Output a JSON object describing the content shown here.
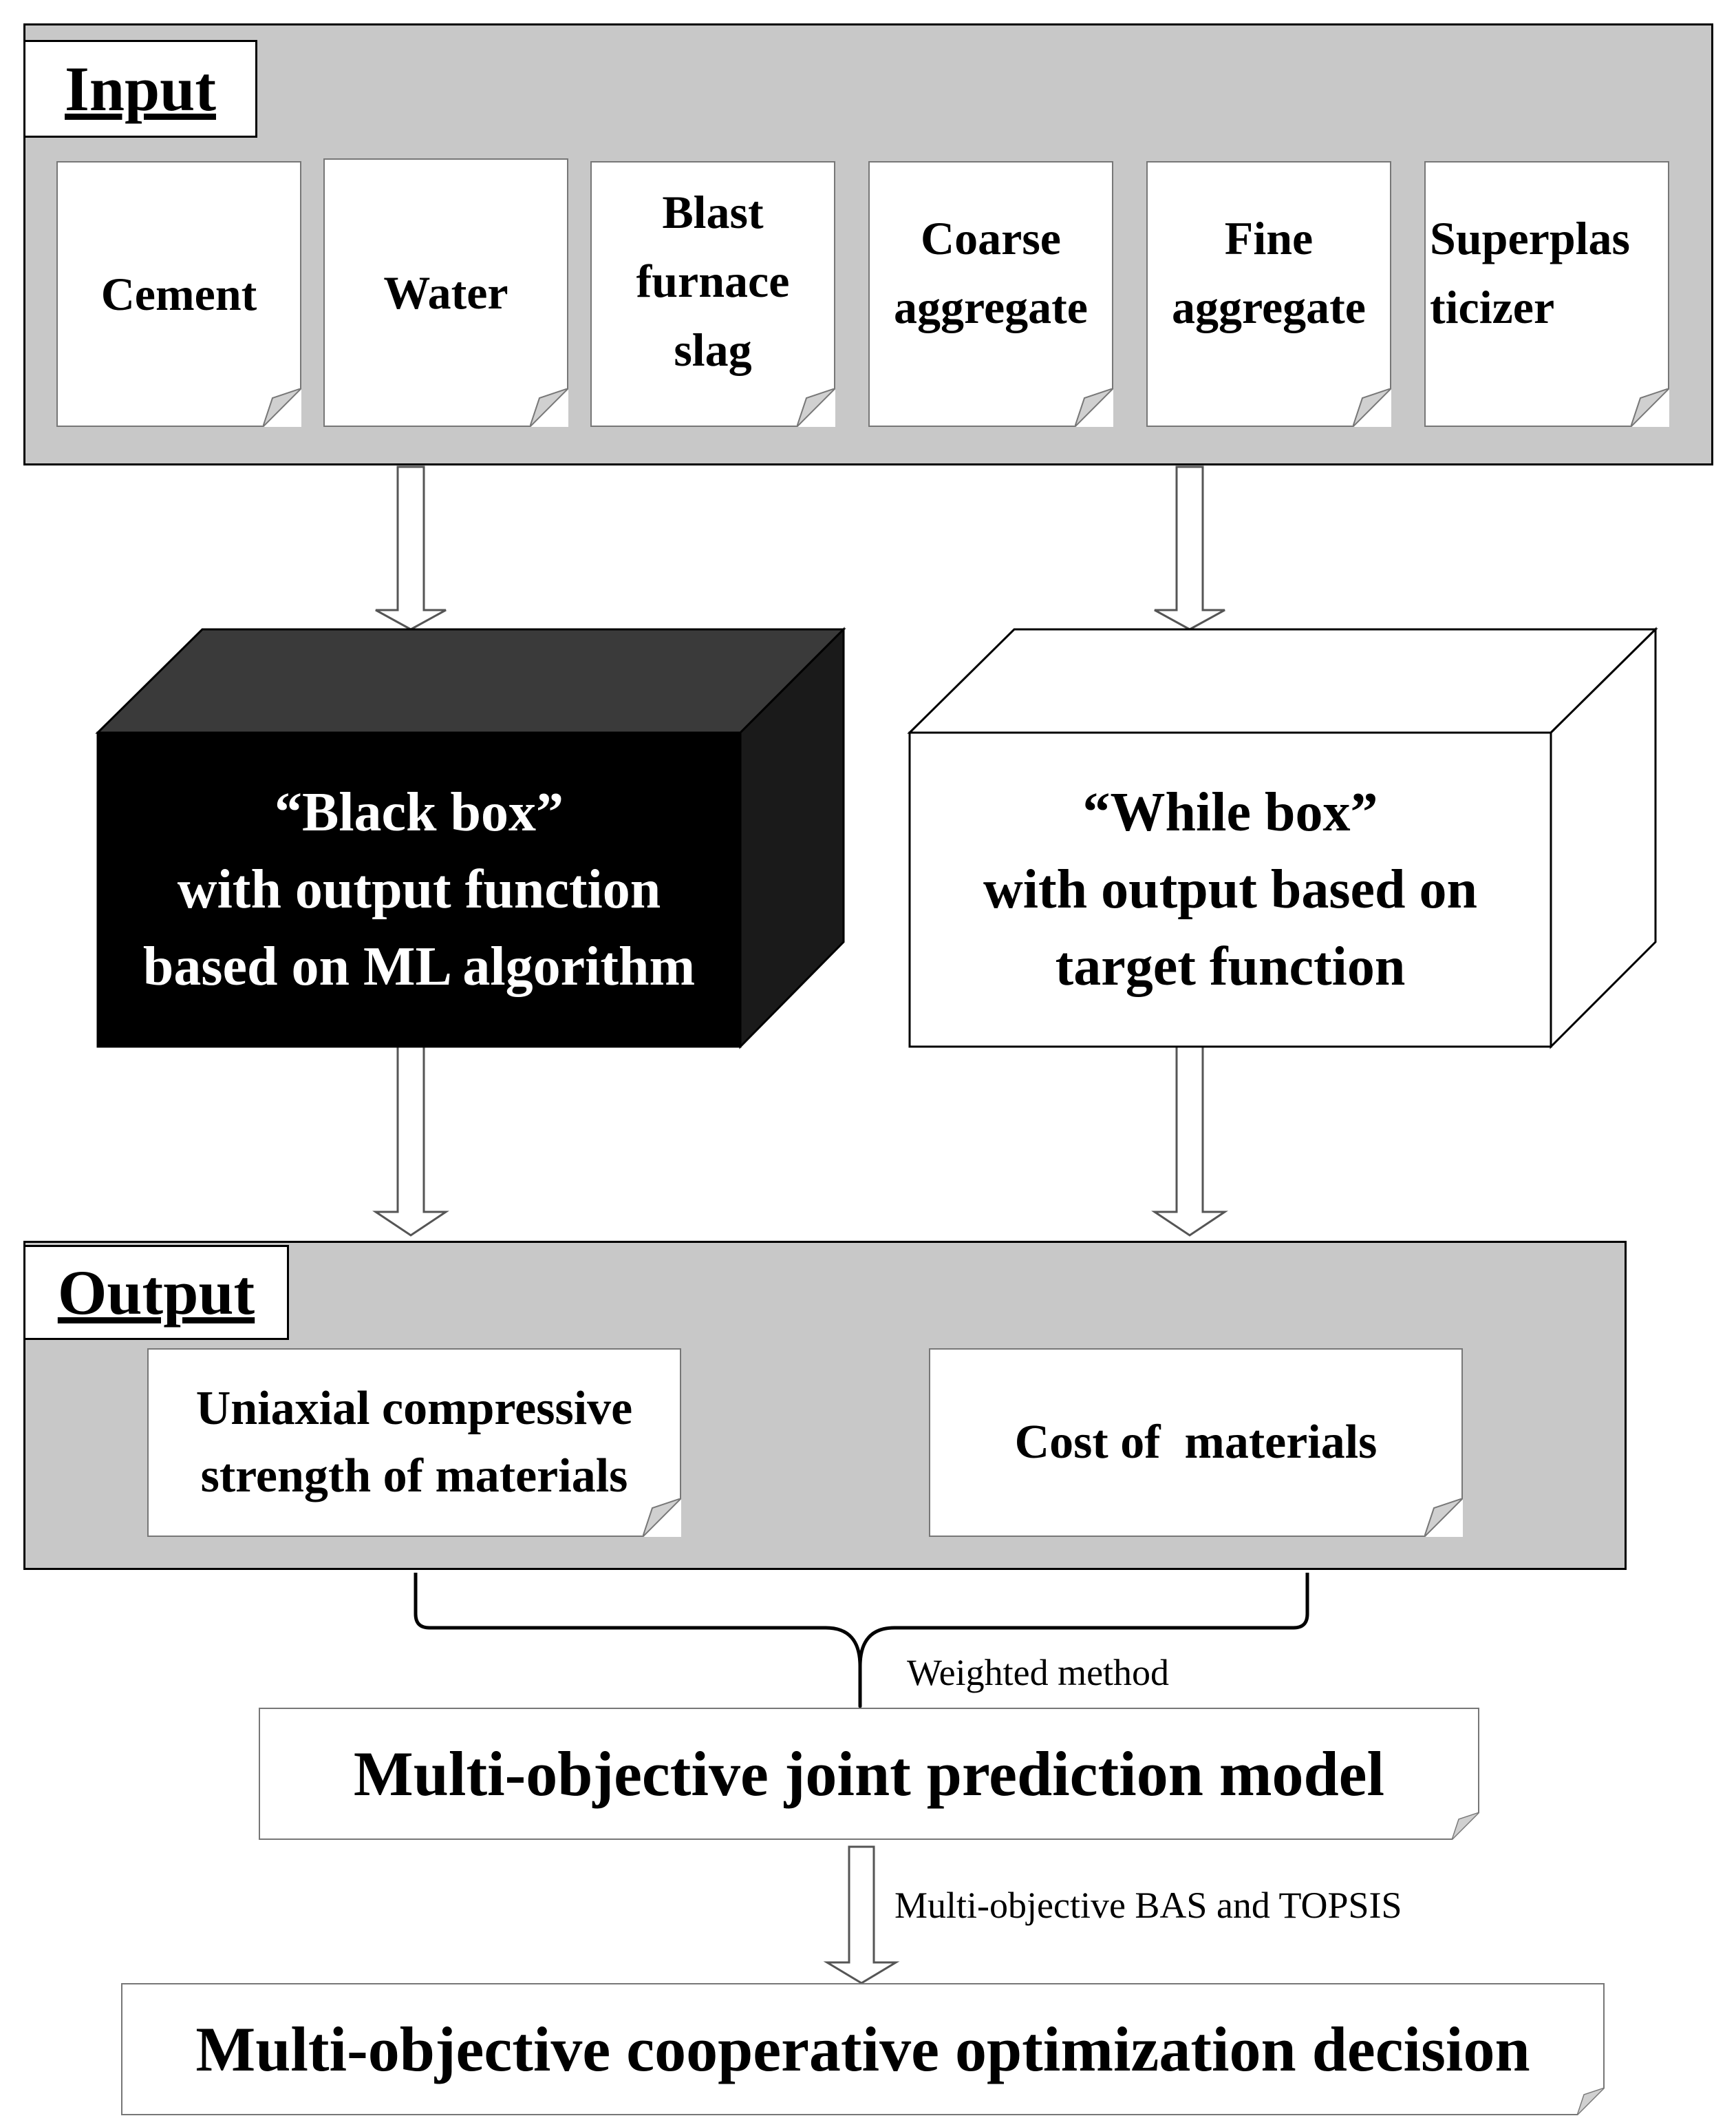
{
  "input": {
    "title": "Input",
    "items": [
      "Cement",
      "Water",
      "Blast\nfurnace\nslag",
      "Coarse\naggregate",
      "Fine\naggregate",
      "Superplas\nticizer"
    ]
  },
  "black_box": {
    "text": "“Black box”\nwith output function\nbased on ML algorithm"
  },
  "white_box": {
    "text": "“While box”\nwith output based on\ntarget function"
  },
  "output": {
    "title": "Output",
    "items": [
      "Uniaxial compressive\nstrength of materials",
      "Cost of  materials"
    ]
  },
  "weighted_label": "Weighted method",
  "joint_model": "Multi-objective joint prediction model",
  "bas_label": "Multi-objective BAS and TOPSIS",
  "decision": "Multi-objective cooperative optimization decision"
}
